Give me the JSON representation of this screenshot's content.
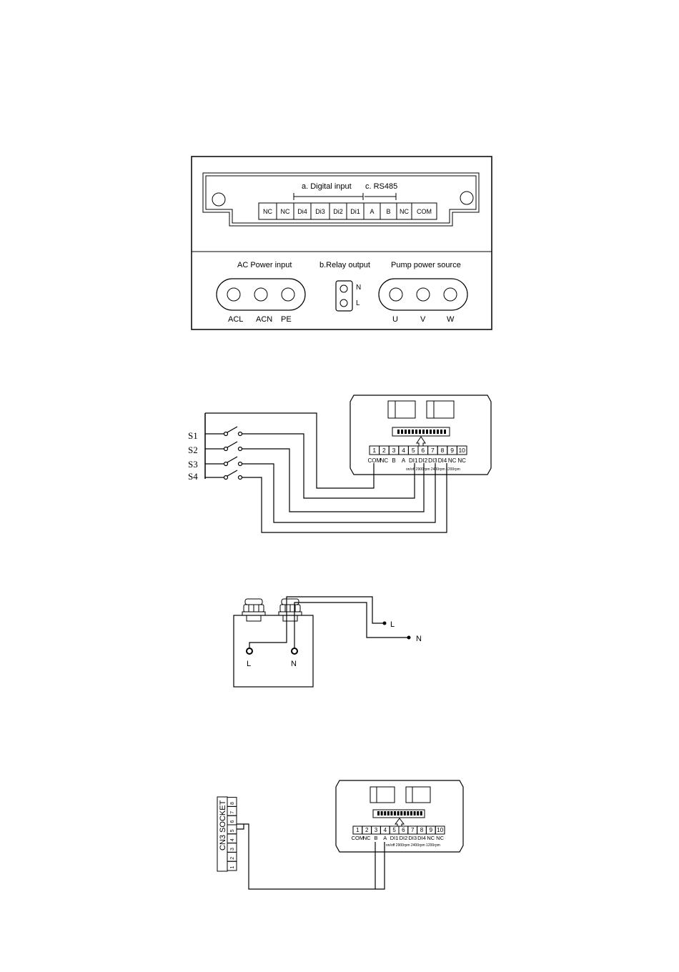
{
  "panel": {
    "digital_input_label": "a. Digital input",
    "rs485_label": "c. RS485",
    "terminals": [
      "NC",
      "NC",
      "Di4",
      "Di3",
      "Di2",
      "Di1",
      "A",
      "B",
      "NC",
      "COM"
    ],
    "ac_power_label": "AC Power input",
    "relay_label": "b.Relay output",
    "pump_label": "Pump power source",
    "ac_terms": [
      "ACL",
      "ACN",
      "PE"
    ],
    "relay_terms": [
      "N",
      "L"
    ],
    "pump_terms": [
      "U",
      "V",
      "W"
    ]
  },
  "switch_diagram": {
    "switches": [
      "S1",
      "S2",
      "S3",
      "S4"
    ],
    "numbers": [
      "1",
      "2",
      "3",
      "4",
      "5",
      "6",
      "7",
      "8",
      "9",
      "10"
    ],
    "labels": [
      "COM",
      "NC",
      "B",
      "A",
      "DI1",
      "DI2",
      "DI3",
      "DI4",
      "NC",
      "NC"
    ],
    "speed_note": "on/off 2900rpm 2400rpm 1200rpm"
  },
  "relay_diagram": {
    "box_terms": [
      "L",
      "N"
    ],
    "ext_terms": [
      "L",
      "N"
    ]
  },
  "rs485_diagram": {
    "socket_label": "CN3 SOCKET",
    "socket_pins": [
      "1",
      "2",
      "3",
      "4",
      "5",
      "6",
      "7",
      "8"
    ],
    "numbers": [
      "1",
      "2",
      "3",
      "4",
      "5",
      "6",
      "7",
      "8",
      "9",
      "10"
    ],
    "labels": [
      "COM",
      "NC",
      "B",
      "A",
      "DI1",
      "DI2",
      "DI3",
      "DI4",
      "NC",
      "NC"
    ],
    "speed_note": "on/off 2900rpm 2400rpm 1200rpm"
  }
}
